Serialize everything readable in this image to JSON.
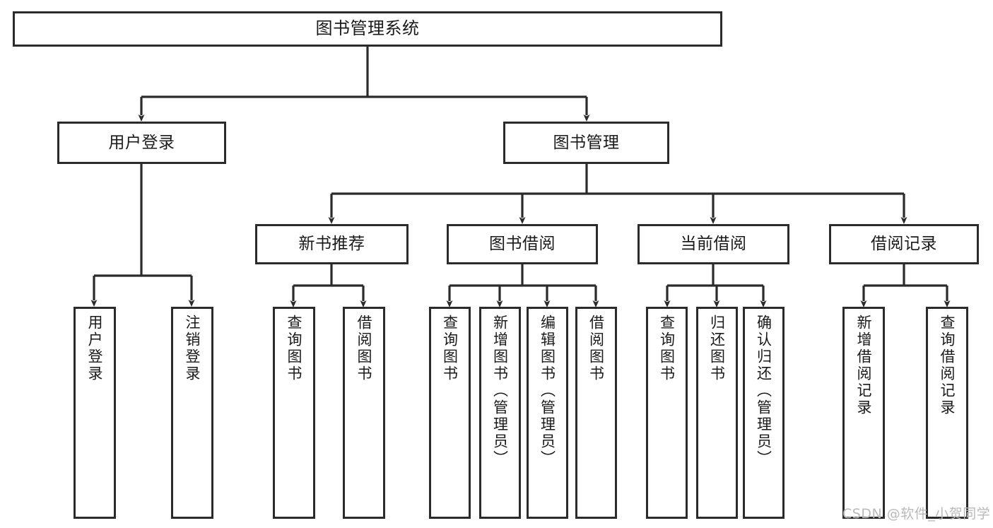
{
  "diagram": {
    "title": "图书管理系统",
    "type": "tree-hierarchy",
    "orientation": "top-down",
    "line_color": "#2b2b2b",
    "box_fill": "#ffffff",
    "text_color": "#1a1a1a",
    "watermark": "CSDN @软件_小贺同学",
    "watermark_color": "#b9b9b9",
    "nodes": {
      "root": {
        "label": "图书管理系统",
        "level": 0
      },
      "user_login": {
        "label": "用户登录",
        "level": 1
      },
      "book_manage": {
        "label": "图书管理",
        "level": 1
      },
      "new_book_rec": {
        "label": "新书推荐",
        "level": 2
      },
      "book_borrow": {
        "label": "图书借阅",
        "level": 2
      },
      "current_borrow": {
        "label": "当前借阅",
        "level": 2
      },
      "borrow_record": {
        "label": "借阅记录",
        "level": 2
      },
      "leaf_user_login": {
        "label": "用户登录",
        "level": 2
      },
      "leaf_logout": {
        "label": "注销登录",
        "level": 2
      },
      "leaf_query_book_1": {
        "label": "查询图书",
        "level": 3
      },
      "leaf_borrow_book_1": {
        "label": "借阅图书",
        "level": 3
      },
      "leaf_query_book_2": {
        "label": "查询图书",
        "level": 3
      },
      "leaf_add_book": {
        "label": "新增图书（管理员）",
        "level": 3
      },
      "leaf_edit_book": {
        "label": "编辑图书（管理员）",
        "level": 3
      },
      "leaf_borrow_book_2": {
        "label": "借阅图书",
        "level": 3
      },
      "leaf_query_book_3": {
        "label": "查询图书",
        "level": 3
      },
      "leaf_return_book": {
        "label": "归还图书",
        "level": 3
      },
      "leaf_confirm_return": {
        "label": "确认归还（管理员）",
        "level": 3
      },
      "leaf_add_record": {
        "label": "新增借阅记录",
        "level": 3
      },
      "leaf_query_record": {
        "label": "查询借阅记录",
        "level": 3
      }
    }
  }
}
